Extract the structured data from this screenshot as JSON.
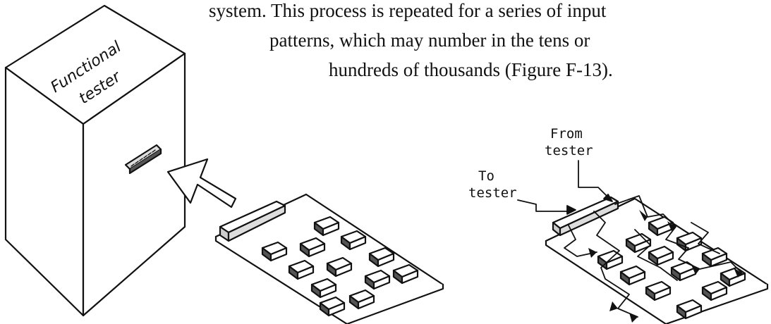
{
  "text": {
    "line1": "system. This process is repeated for a series of input",
    "line2": "patterns, which may number in the tens or",
    "line3": "hundreds of thousands (Figure F-13)."
  },
  "left_figure": {
    "box_label_line1": "Functional",
    "box_label_line2": "tester"
  },
  "right_figure": {
    "from_label_line1": "From",
    "from_label_line2": "tester",
    "to_label_line1": "To",
    "to_label_line2": "tester"
  }
}
